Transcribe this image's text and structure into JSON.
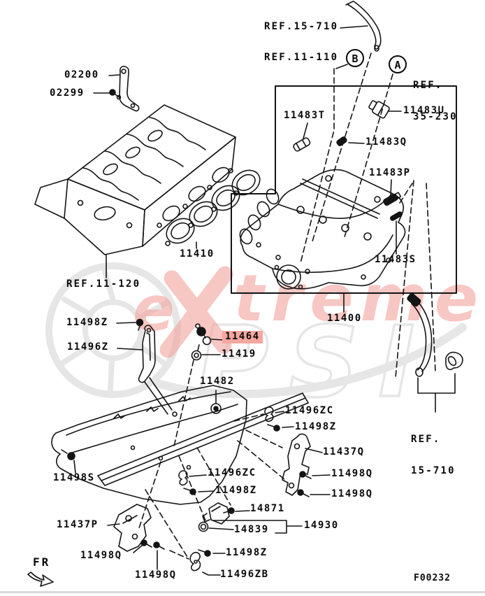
{
  "diagram": {
    "type": "parts-diagram",
    "figure_code": "F00232",
    "front_indicator": "FR",
    "highlight": {
      "part_number": "11464",
      "color": "#f4a7a0"
    },
    "watermark": {
      "part1": "e",
      "part2": "treme",
      "brand": "PSI",
      "red": "#f3a39c",
      "gray": "#c9c9c9"
    }
  },
  "callouts": {
    "a": "A",
    "b": "B"
  },
  "labels": [
    {
      "text": "02200"
    },
    {
      "text": "02299"
    },
    {
      "text": "REF.15-710"
    },
    {
      "text": "REF.11-110"
    },
    {
      "text": "11483T"
    },
    {
      "text": "11483U"
    },
    {
      "text": "11483Q"
    },
    {
      "text": "11483P"
    },
    {
      "text": "11483S"
    },
    {
      "text": "REF."
    },
    {
      "text": "35-230"
    },
    {
      "text": "11410"
    },
    {
      "text": "REF.11-120"
    },
    {
      "text": "11400"
    },
    {
      "text": "11498Z"
    },
    {
      "text": "11496Z"
    },
    {
      "text": "11464"
    },
    {
      "text": "11419"
    },
    {
      "text": "11482"
    },
    {
      "text": "11496ZC"
    },
    {
      "text": "11498Z"
    },
    {
      "text": "11437Q"
    },
    {
      "text": "11498S"
    },
    {
      "text": "11496ZC"
    },
    {
      "text": "11498Z"
    },
    {
      "text": "11498Q"
    },
    {
      "text": "11498Q"
    },
    {
      "text": "14871"
    },
    {
      "text": "11437P"
    },
    {
      "text": "14839"
    },
    {
      "text": "14930"
    },
    {
      "text": "REF."
    },
    {
      "text": "15-710"
    },
    {
      "text": "11498Q"
    },
    {
      "text": "11498Q"
    },
    {
      "text": "11498Z"
    },
    {
      "text": "11496ZB"
    },
    {
      "text": "FR"
    },
    {
      "text": "F00232"
    }
  ]
}
